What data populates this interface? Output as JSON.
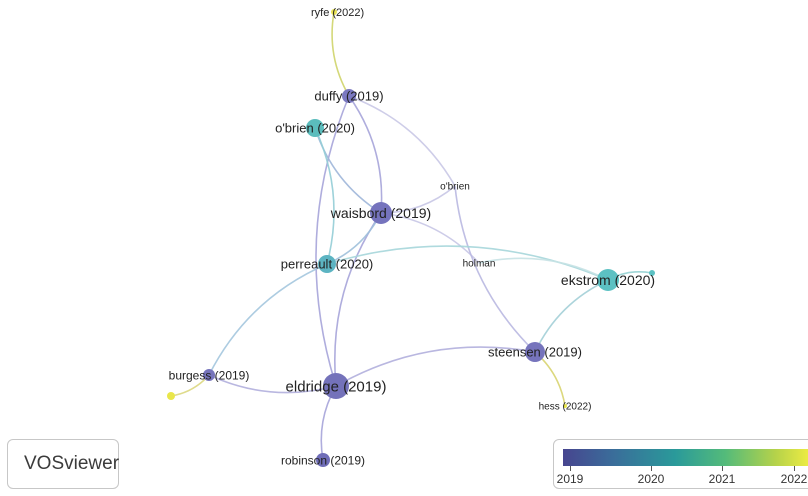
{
  "nodes": [
    {
      "id": "ryfe",
      "label": "ryfe (2022)",
      "color": "#e8e255"
    },
    {
      "id": "duffy",
      "label": "duffy (2019)",
      "color": "#7a78c0"
    },
    {
      "id": "obrien2020",
      "label": "o'brien (2020)",
      "color": "#5bbdbd"
    },
    {
      "id": "waisbord",
      "label": "waisbord (2019)",
      "color": "#7573bd"
    },
    {
      "id": "obrien_t",
      "label": "o'brien",
      "color": "#cfcfcf"
    },
    {
      "id": "perreault",
      "label": "perreault (2020)",
      "color": "#5cb4c2"
    },
    {
      "id": "holman",
      "label": "holman",
      "color": "#cfcfcf"
    },
    {
      "id": "ekstrom",
      "label": "ekstrom (2020)",
      "color": "#5cc1c3"
    },
    {
      "id": "ekstrom_small",
      "label": "",
      "color": "#5cc1c3"
    },
    {
      "id": "steensen",
      "label": "steensen (2019)",
      "color": "#7674bc"
    },
    {
      "id": "burgess",
      "label": "burgess (2019)",
      "color": "#7674bc"
    },
    {
      "id": "burgess_small",
      "label": "",
      "color": "#e9e64a"
    },
    {
      "id": "eldridge",
      "label": "eldridge (2019)",
      "color": "#7472ba"
    },
    {
      "id": "hess",
      "label": "hess (2022)",
      "color": "#e9e64a"
    },
    {
      "id": "robinson",
      "label": "robinson (2019)",
      "color": "#6f6db8"
    }
  ],
  "edges": [
    {
      "from": "ryfe",
      "to": "duffy",
      "color": "#cfd46a"
    },
    {
      "from": "duffy",
      "to": "waisbord",
      "color": "#a6a4d9"
    },
    {
      "from": "duffy",
      "to": "eldridge",
      "color": "#a6a4d9"
    },
    {
      "from": "duffy",
      "to": "obrien_t",
      "color": "#c9c8e6"
    },
    {
      "from": "obrien2020",
      "to": "waisbord",
      "color": "#9fb6d9"
    },
    {
      "from": "obrien2020",
      "to": "perreault",
      "color": "#93cdd6"
    },
    {
      "from": "waisbord",
      "to": "obrien_t",
      "color": "#c8c7e6"
    },
    {
      "from": "waisbord",
      "to": "holman",
      "color": "#c8c7e6"
    },
    {
      "from": "waisbord",
      "to": "eldridge",
      "color": "#a6a4d9"
    },
    {
      "from": "waisbord",
      "to": "perreault",
      "color": "#9fc0da"
    },
    {
      "from": "obrien_t",
      "to": "steensen",
      "color": "#b9b8e1"
    },
    {
      "from": "perreault",
      "to": "ekstrom",
      "color": "#a6d6da"
    },
    {
      "from": "perreault",
      "to": "burgess",
      "color": "#a4c7de"
    },
    {
      "from": "holman",
      "to": "ekstrom",
      "color": "#c7e2e4"
    },
    {
      "from": "ekstrom",
      "to": "steensen",
      "color": "#a3cfd7"
    },
    {
      "from": "ekstrom",
      "to": "ekstrom_small",
      "color": "#93d0d2"
    },
    {
      "from": "steensen",
      "to": "eldridge",
      "color": "#b1afdd"
    },
    {
      "from": "steensen",
      "to": "hess",
      "color": "#d8d470"
    },
    {
      "from": "burgess",
      "to": "eldridge",
      "color": "#b1afdd"
    },
    {
      "from": "burgess",
      "to": "burgess_small",
      "color": "#dcd780"
    },
    {
      "from": "eldridge",
      "to": "robinson",
      "color": "#a6a4d9"
    }
  ],
  "brand": {
    "name": "VOSviewer",
    "icon": "vosviewer-logo-icon"
  },
  "legend": {
    "ticks": [
      "2019",
      "2020",
      "2021",
      "2022"
    ],
    "gradient_colors": [
      "#47458f",
      "#2a9a9a",
      "#54bb7a",
      "#f4ef42"
    ]
  }
}
